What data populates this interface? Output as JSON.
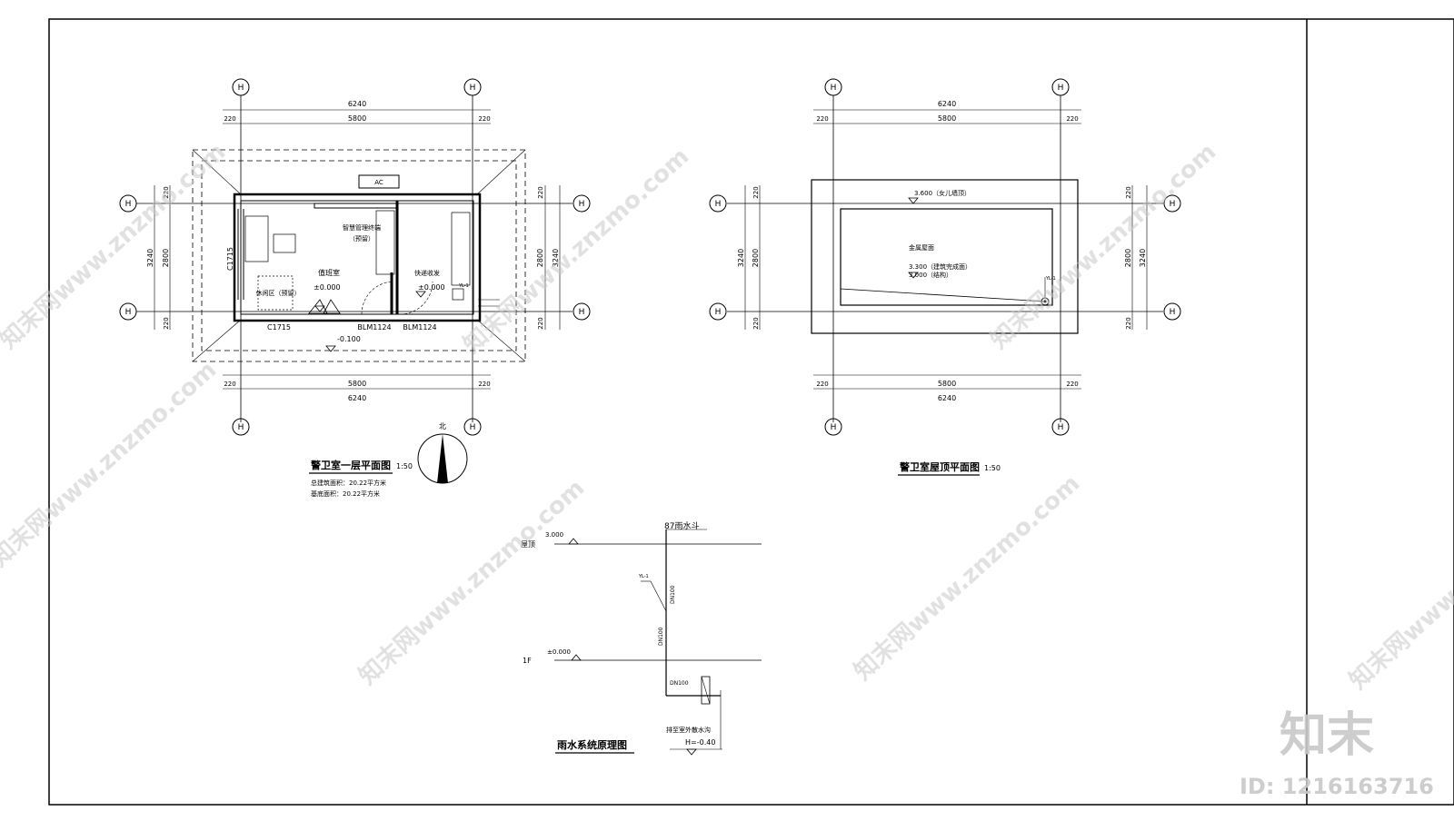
{
  "plan1": {
    "title": "警卫室一层平面图",
    "scale": "1:50",
    "area_building": "总建筑面积：20.22平方米",
    "area_base": "基底面积：20.22平方米",
    "dim_total": "6240",
    "dim_inner": "5800",
    "dim_edge": "220",
    "dim_h_total": "3240",
    "dim_h_inner": "2800",
    "axis_label": "H",
    "north": "北",
    "window_top": "AC",
    "window_left": "C1715",
    "window_bottom": "C1715",
    "door_1": "BLM1124",
    "door_2": "BLM1124",
    "room_1": "值班室",
    "room_2": "休闲区（预留）",
    "room_3": "智慧管理终端",
    "room_3_sub": "（预留）",
    "room_4": "快递收发",
    "level_1": "±0.000",
    "level_2": "±0.000",
    "level_out": "-0.100",
    "pipe_tag": "YL-1"
  },
  "plan2": {
    "title": "警卫室屋顶平面图",
    "scale": "1:50",
    "level_top": "3.600（女儿墙顶）",
    "roof_label": "金属屋面",
    "level_a": "3.300（建筑完成面）",
    "level_b": "3.000（结构）",
    "pipe_tag": "YL-1"
  },
  "rain": {
    "title": "雨水系统原理图",
    "top_label": "87雨水斗",
    "roof_label": "屋顶",
    "roof_level": "3.000",
    "floor_label": "1F",
    "floor_level": "±0.000",
    "pipe_tag": "YL-1",
    "pipe_size_1": "DN100",
    "pipe_size_2": "DN100",
    "pipe_size_3": "DN100",
    "outlet_label": "排至室外散水沟",
    "outlet_level": "H=-0.40"
  },
  "watermark": {
    "text": "知末网www.znzmo.com",
    "logo": "知末",
    "id": "ID: 1216163716"
  }
}
